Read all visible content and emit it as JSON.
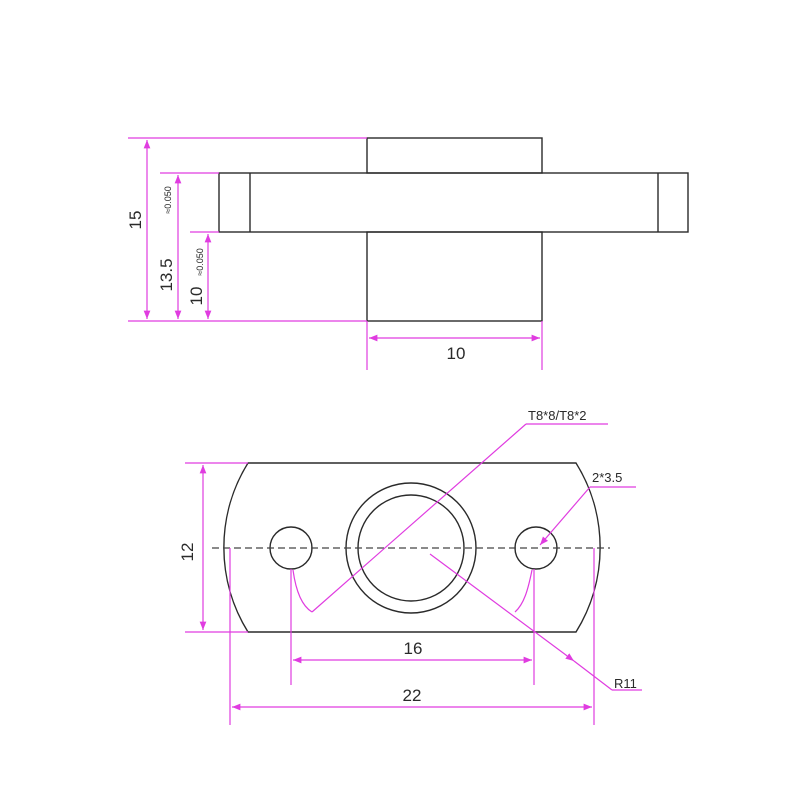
{
  "side_view": {
    "height_total": "15",
    "flange_top": "13.5",
    "flange_top_tol": "≈0.050",
    "flange_bottom": "10",
    "flange_bottom_tol": "≈0.050",
    "boss_width": "10"
  },
  "top_view": {
    "thread_label": "T8*8/T8*2",
    "hole_label": "2*3.5",
    "height": "12",
    "hole_spacing": "16",
    "overall_width": "22",
    "radius_label": "R11"
  },
  "colors": {
    "dimension": "#e03ce0",
    "part": "#2a2a2a"
  }
}
